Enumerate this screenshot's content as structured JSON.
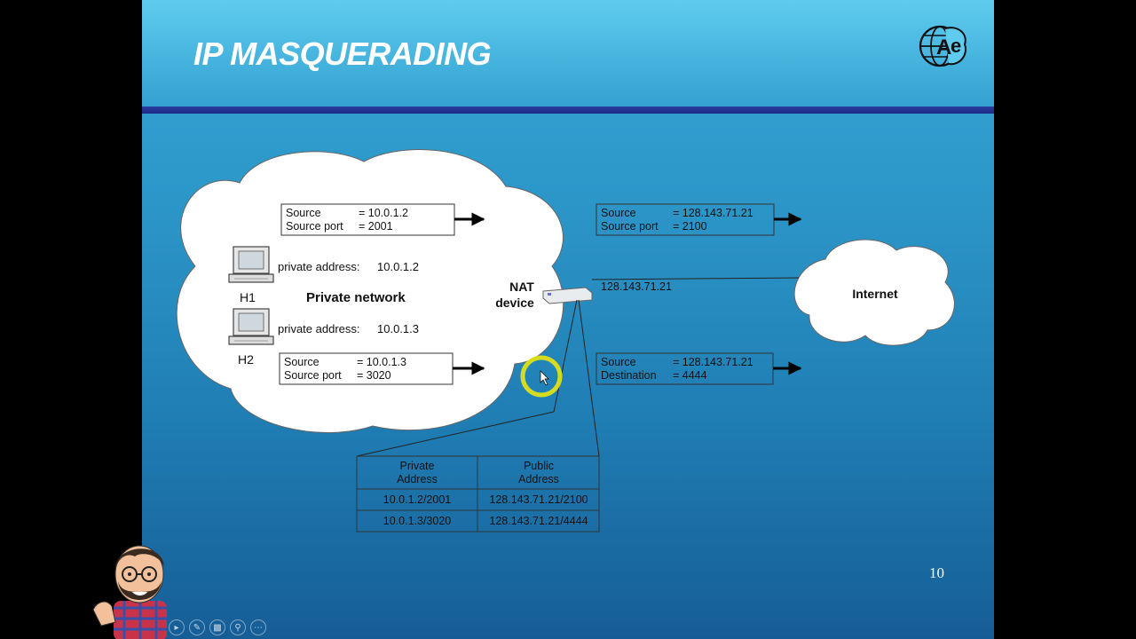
{
  "slide": {
    "title": "IP MASQUERADING",
    "page_number": "10"
  },
  "diagram": {
    "private_cloud_label": "Private network",
    "hosts": [
      {
        "name": "H1",
        "address_label": "private address:",
        "address": "10.0.1.2"
      },
      {
        "name": "H2",
        "address_label": "private address:",
        "address": "10.0.1.3"
      }
    ],
    "packets_private": [
      {
        "line1_key": "Source",
        "line1_val": "= 10.0.1.2",
        "line2_key": "Source port",
        "line2_val": "= 2001"
      },
      {
        "line1_key": "Source",
        "line1_val": "= 10.0.1.3",
        "line2_key": "Source port",
        "line2_val": "= 3020"
      }
    ],
    "packets_public": [
      {
        "line1_key": "Source",
        "line1_val": "= 128.143.71.21",
        "line2_key": "Source port",
        "line2_val": "= 2100"
      },
      {
        "line1_key": "Source",
        "line1_val": "= 128.143.71.21",
        "line2_key": "Destination",
        "line2_val": "= 4444"
      }
    ],
    "nat_label_line1": "NAT",
    "nat_label_line2": "device",
    "nat_public_ip": "128.143.71.21",
    "internet_label": "Internet",
    "table": {
      "headers": [
        [
          "Private",
          "Address"
        ],
        [
          "Public",
          "Address"
        ]
      ],
      "rows": [
        [
          "10.0.1.2/2001",
          "128.143.71.21/2100"
        ],
        [
          "10.0.1.3/3020",
          "128.143.71.21/4444"
        ]
      ]
    }
  },
  "logo": {
    "letter_a": "A",
    "letter_e": "e"
  },
  "colors": {
    "accent_bar": "#22329a",
    "pointer_ring": "#e8e410"
  },
  "toolbar_icons": [
    "play-icon",
    "pen-icon",
    "slides-icon",
    "zoom-icon",
    "more-icon"
  ]
}
